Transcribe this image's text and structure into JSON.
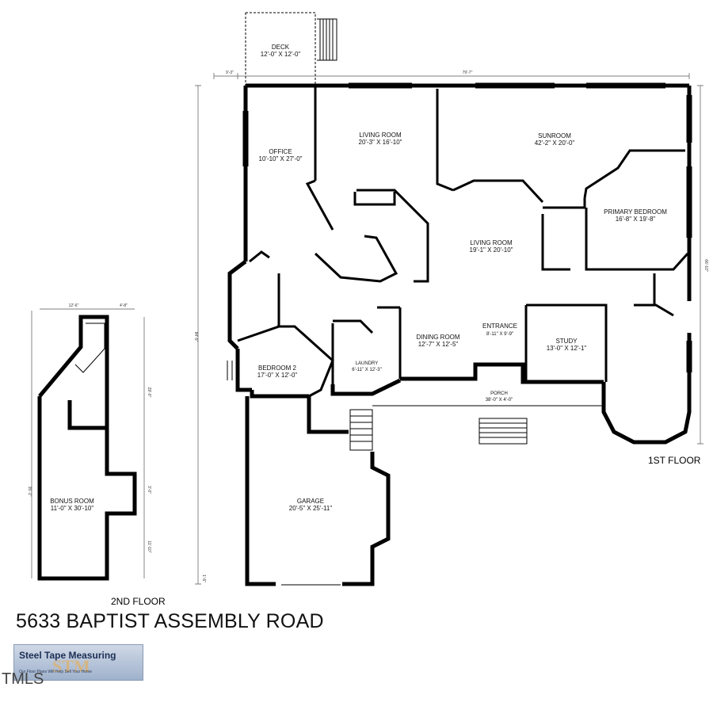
{
  "title": "5633 BAPTIST ASSEMBLY ROAD",
  "floors": {
    "first": "1ST FLOOR",
    "second": "2ND FLOOR"
  },
  "rooms": {
    "deck": {
      "name": "DECK",
      "dims": "12'-0\" X 12'-0\""
    },
    "office": {
      "name": "OFFICE",
      "dims": "10'-10\" X 27'-0\""
    },
    "living_room_1": {
      "name": "LIVING ROOM",
      "dims": "20'-3\" X 16'-10\""
    },
    "sunroom": {
      "name": "SUNROOM",
      "dims": "42'-2\" X 20'-0\""
    },
    "primary_bedroom": {
      "name": "PRIMARY BEDROOM",
      "dims": "16'-8\" X 19'-8\""
    },
    "living_room_2": {
      "name": "LIVING ROOM",
      "dims": "19'-1\" X 20'-10\""
    },
    "entrance": {
      "name": "ENTRANCE",
      "dims": "8'-11\" X 9'-9\""
    },
    "dining_room": {
      "name": "DINING ROOM",
      "dims": "12'-7\" X 12'-5\""
    },
    "study": {
      "name": "STUDY",
      "dims": "13'-0\" X 12'-1\""
    },
    "laundry": {
      "name": "LAUNDRY",
      "dims": "6'-11\" X 12'-3\""
    },
    "bedroom_2": {
      "name": "BEDROOM 2",
      "dims": "17'-0\" X 12'-0\""
    },
    "porch": {
      "name": "PORCH",
      "dims": "38'-0\" X 4'-0\""
    },
    "garage": {
      "name": "GARAGE",
      "dims": "20'-5\" X 25'-11\""
    },
    "bonus_room": {
      "name": "BONUS ROOM",
      "dims": "11'-0\" X 30'-10\""
    }
  },
  "dimensions": {
    "top_left": "9'-3\"",
    "top_overall": "79'-7\"",
    "left_overall": "84'-5\"",
    "right_overall": "66'-10\"",
    "bottom_left": "1'-6\"",
    "bonus_top_a": "12'-6\"",
    "bonus_top_b": "4'-8\"",
    "bonus_left": "35'-1\"",
    "bonus_right_a": "29'-0\"",
    "bonus_right_b": "3'-0\"",
    "bonus_right_c": "11'-10\""
  },
  "logo": {
    "name": "Steel Tape Measuring",
    "mark": "STM",
    "tagline": "Our Floor Plans Will Help Sell Your Home",
    "mls": "TMLS"
  },
  "colors": {
    "wall": "#000000",
    "background": "#ffffff",
    "logo_bg": "#b8c6da"
  }
}
